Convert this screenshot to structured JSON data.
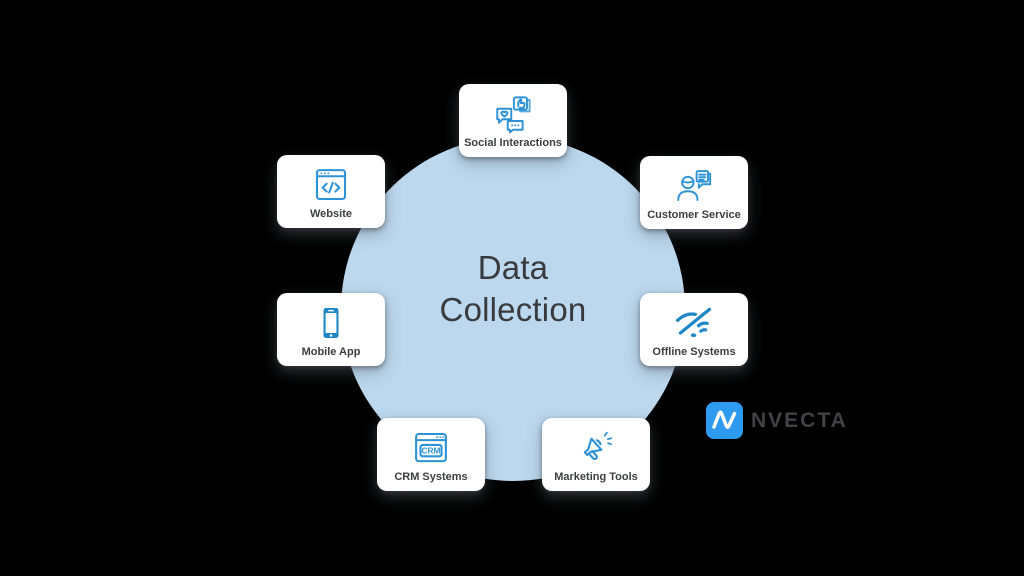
{
  "canvas": {
    "background_color": "#000000"
  },
  "center": {
    "title": "Data Collection",
    "circle_color": "#bcd8ee",
    "text_color": "#393a3e"
  },
  "nodes": [
    {
      "label": "Social Interactions",
      "icon": "social-chat-icon"
    },
    {
      "label": "Customer Service",
      "icon": "customer-service-icon"
    },
    {
      "label": "Offline Systems",
      "icon": "wifi-off-icon"
    },
    {
      "label": "Marketing Tools",
      "icon": "megaphone-icon"
    },
    {
      "label": "CRM Systems",
      "icon": "crm-window-icon"
    },
    {
      "label": "Mobile App",
      "icon": "smartphone-icon"
    },
    {
      "label": "Website",
      "icon": "code-browser-icon"
    }
  ],
  "icons": {
    "crm_text": "CRM"
  },
  "logo": {
    "text": "NVECTA",
    "mark_color": "#2f9bf0",
    "text_color": "#3f4347"
  },
  "colors": {
    "icon_stroke_blue": "#2e93d6",
    "icon_fill_blue": "#1f87c6",
    "card_background": "#ffffff",
    "label_color": "#3d3e42"
  }
}
